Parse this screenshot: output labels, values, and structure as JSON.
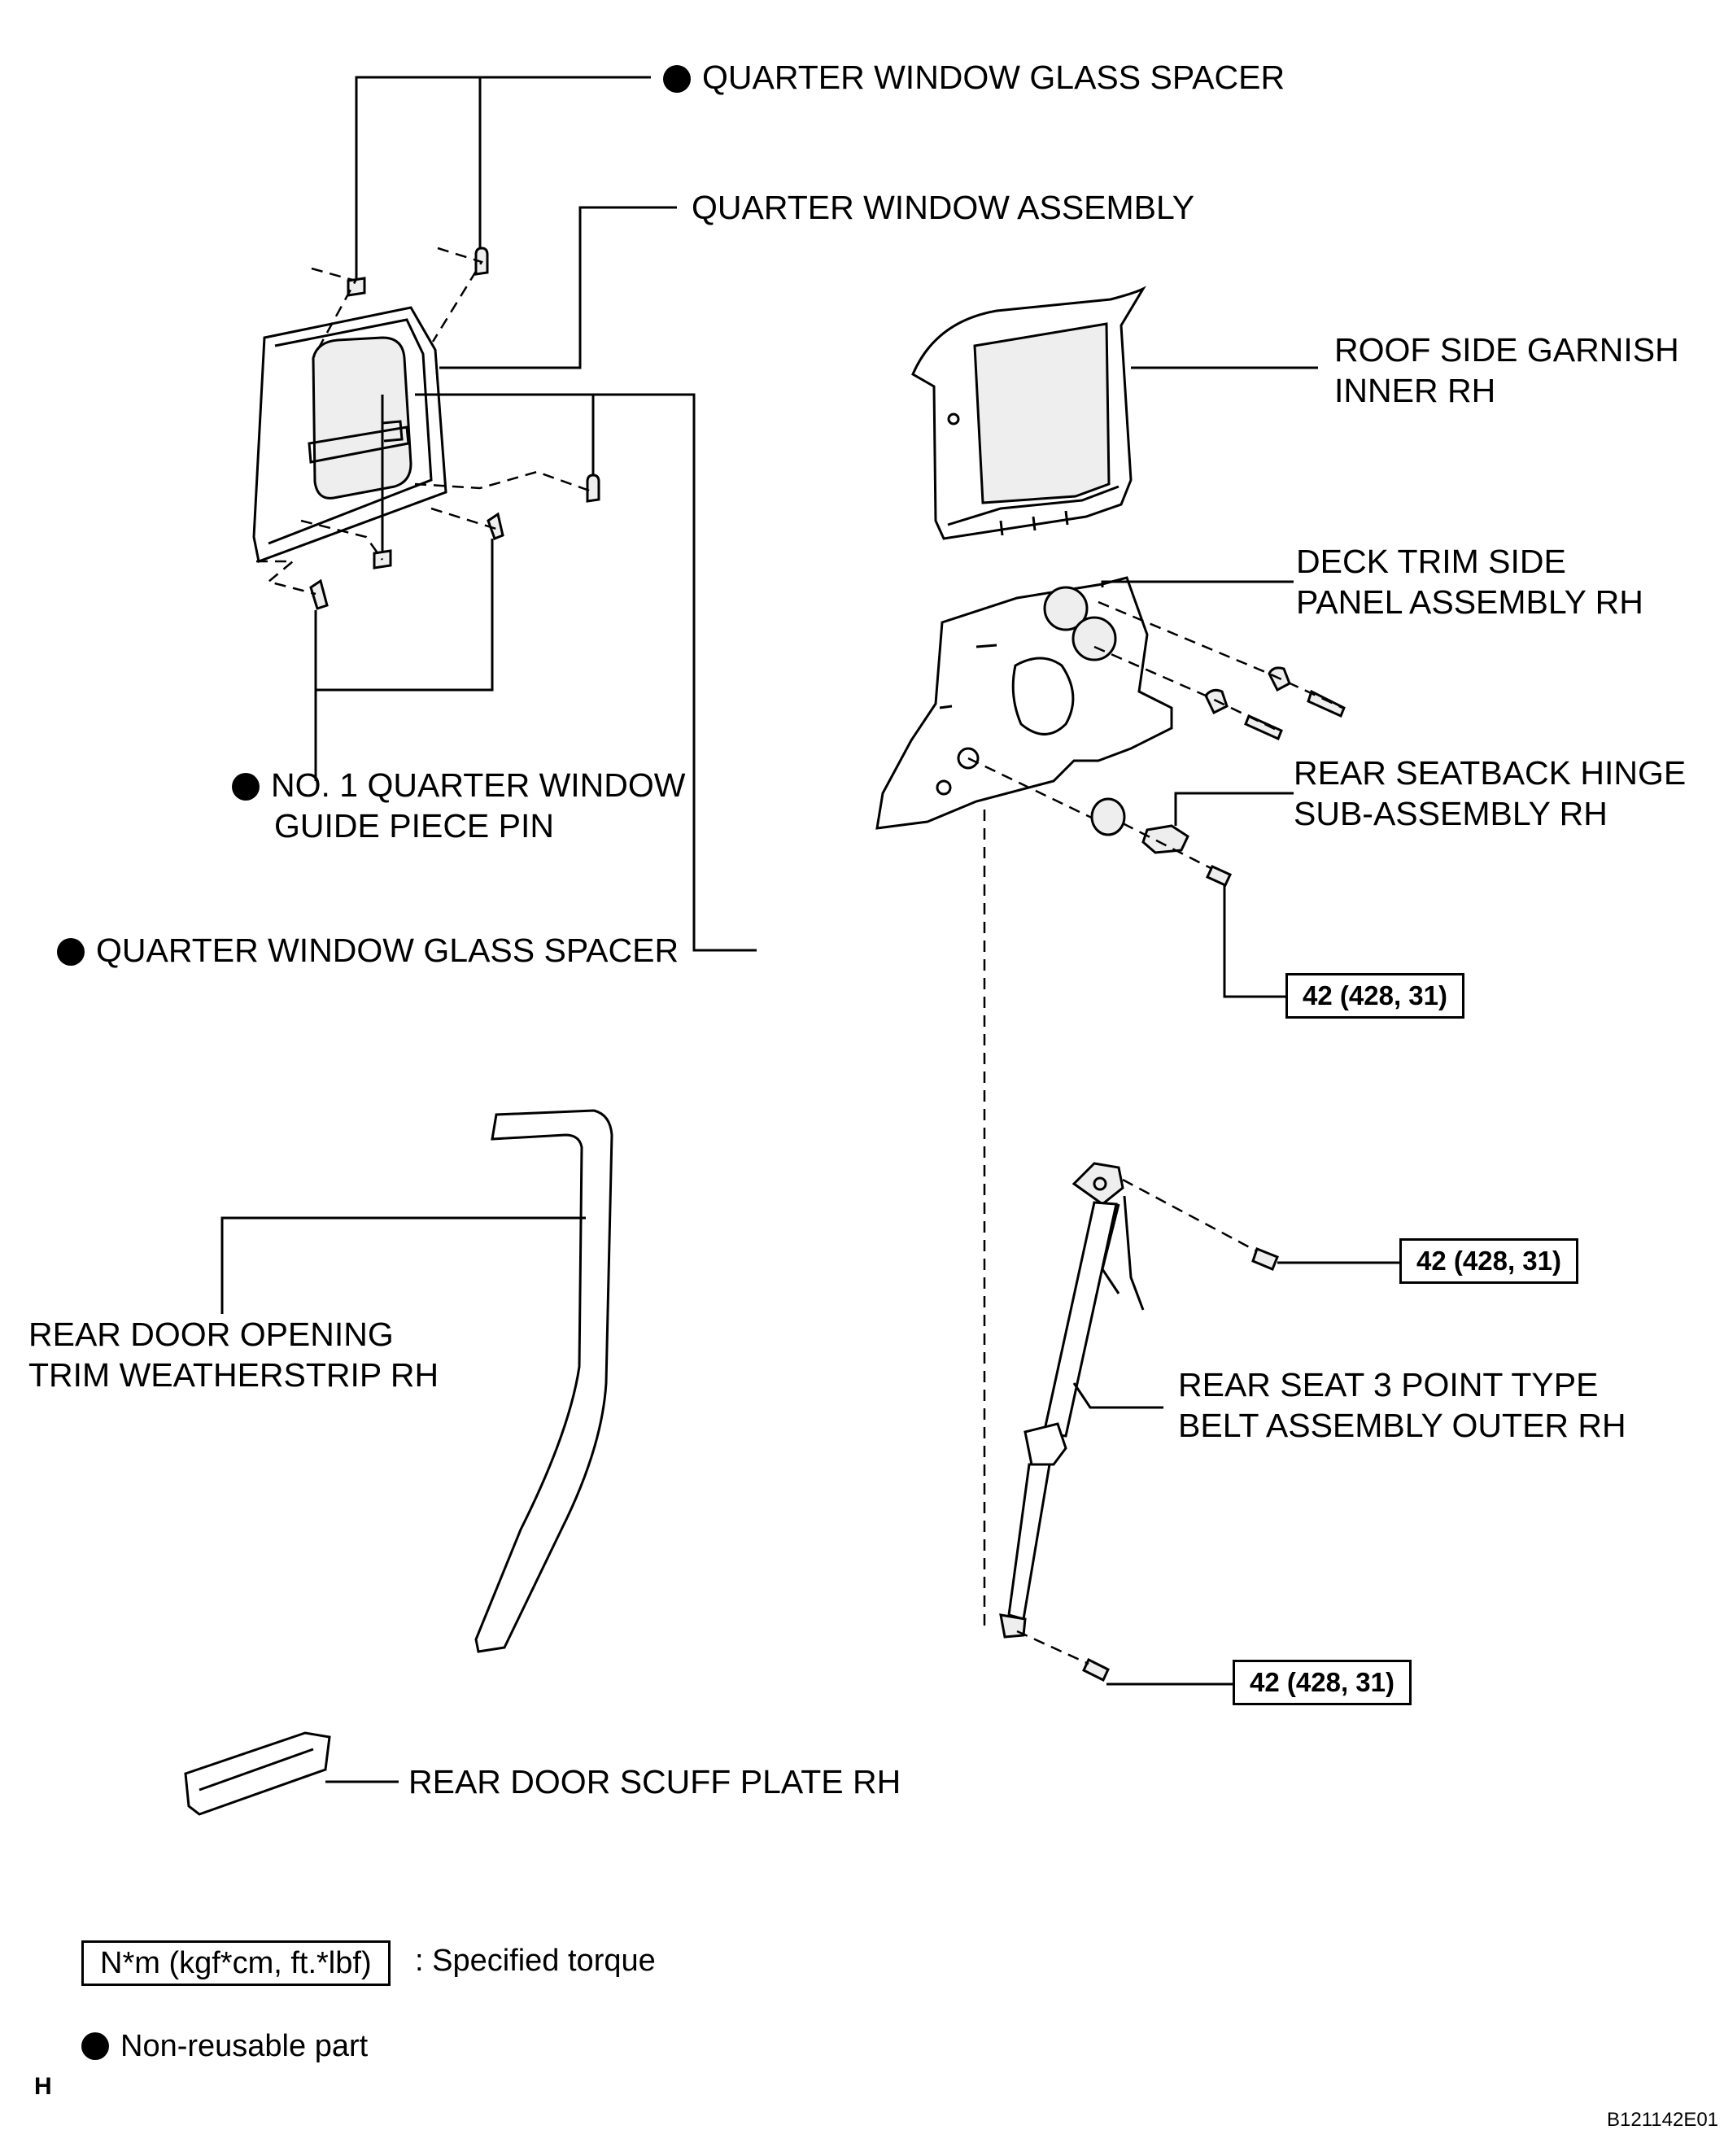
{
  "labels": {
    "spacer_top": "QUARTER WINDOW GLASS SPACER",
    "quarter_window_assembly": "QUARTER WINDOW ASSEMBLY",
    "roof_side_garnish_l1": "ROOF SIDE GARNISH",
    "roof_side_garnish_l2": "INNER RH",
    "deck_trim_l1": "DECK TRIM SIDE",
    "deck_trim_l2": "PANEL ASSEMBLY RH",
    "seatback_hinge_l1": "REAR SEATBACK HINGE",
    "seatback_hinge_l2": "SUB-ASSEMBLY RH",
    "guide_pin_l1": "NO. 1 QUARTER WINDOW",
    "guide_pin_l2": "GUIDE PIECE PIN",
    "spacer_bottom": "QUARTER WINDOW GLASS SPACER",
    "weatherstrip_l1": "REAR DOOR OPENING",
    "weatherstrip_l2": "TRIM WEATHERSTRIP RH",
    "belt_l1": "REAR SEAT 3 POINT TYPE",
    "belt_l2": "BELT ASSEMBLY OUTER RH",
    "scuff_plate": "REAR DOOR SCUFF PLATE RH"
  },
  "torque": {
    "hinge_bolt": "42 (428, 31)",
    "belt_upper": "42 (428, 31)",
    "belt_lower": "42 (428, 31)"
  },
  "legend": {
    "torque_unit": "N*m (kgf*cm, ft.*lbf)",
    "torque_desc": ": Specified torque",
    "nonreusable": "Non-reusable part"
  },
  "corner": {
    "left_letter": "H",
    "figure_code": "B121142E01"
  }
}
